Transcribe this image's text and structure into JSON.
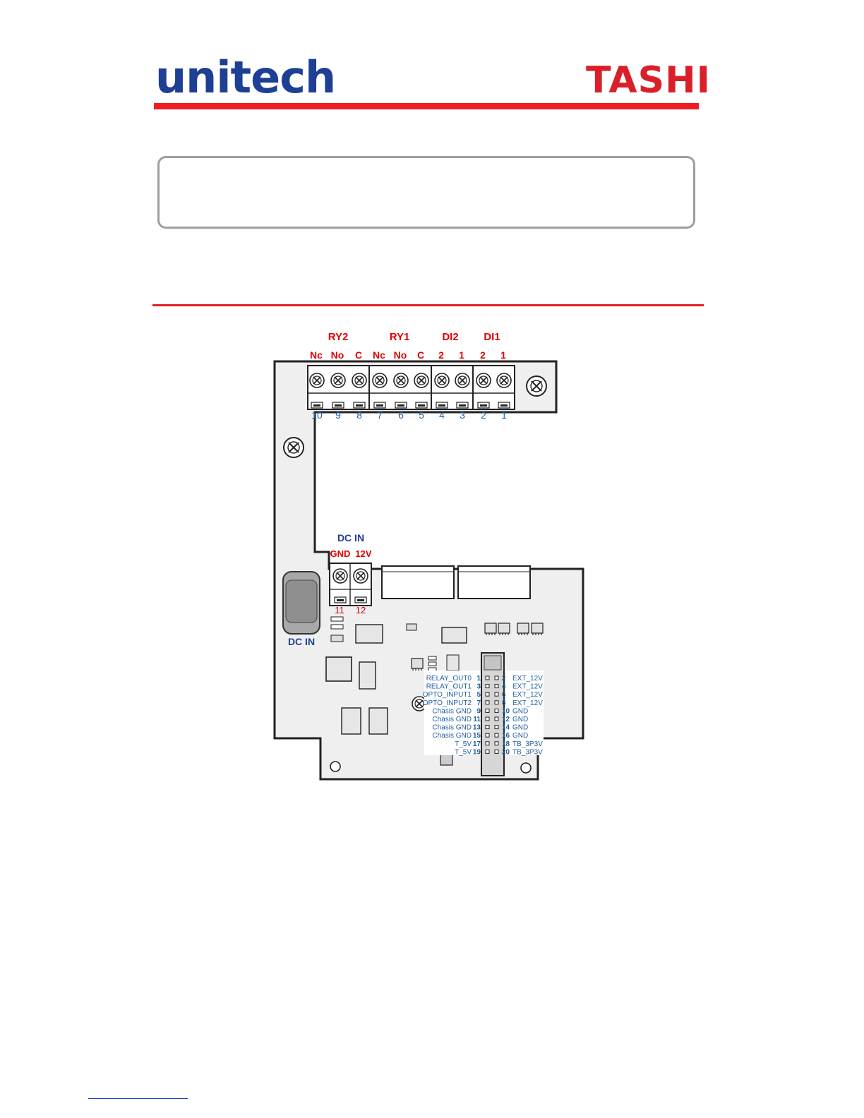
{
  "header": {
    "brand_left": "unitech",
    "brand_right": "TASHI"
  },
  "diagram": {
    "top_groups": [
      "RY2",
      "RY1",
      "DI2",
      "DI1"
    ],
    "top_pin_labels": [
      "Nc",
      "No",
      "C",
      "Nc",
      "No",
      "C",
      "2",
      "1",
      "2",
      "1"
    ],
    "top_pin_numbers": [
      "10",
      "9",
      "8",
      "7",
      "6",
      "5",
      "4",
      "3",
      "2",
      "1"
    ],
    "dc_in_title": "DC IN",
    "dc_in_pins": [
      "GND",
      "12V"
    ],
    "dc_in_numbers": [
      "11",
      "12"
    ],
    "dc_jack_label": "DC IN",
    "header_left_signals": [
      "RELAY_OUT0",
      "RELAY_OUT1",
      "OPTO_INPUT1",
      "OPTO_INPUT2",
      "Chasis GND",
      "Chasis GND",
      "Chasis GND",
      "Chasis GND",
      "T_5V",
      "T_5V"
    ],
    "header_left_numbers": [
      "1",
      "3",
      "5",
      "7",
      "9",
      "11",
      "13",
      "15",
      "17",
      "19"
    ],
    "header_right_numbers": [
      "2",
      "4",
      "6",
      "8",
      "10",
      "12",
      "14",
      "16",
      "18",
      "20"
    ],
    "header_right_signals": [
      "EXT_12V",
      "EXT_12V",
      "EXT_12V",
      "EXT_12V",
      "GND",
      "GND",
      "GND",
      "GND",
      "TB_3P3V",
      "TB_3P3V"
    ]
  },
  "colors": {
    "brand_blue": "#1d3f94",
    "brand_red": "#d9202a",
    "label_red": "#e00000",
    "pin_blue": "#1f5f9f",
    "board_fill": "#efefef"
  }
}
